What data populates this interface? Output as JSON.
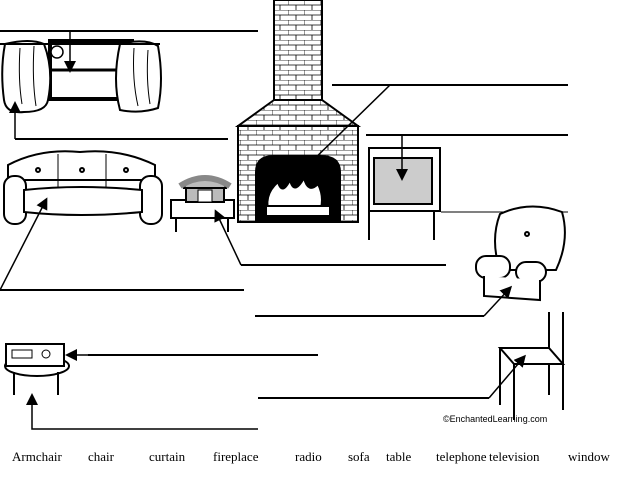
{
  "diagram": {
    "words": [
      "Armchair",
      "chair",
      "curtain",
      "fireplace",
      "radio",
      "sofa",
      "table",
      "telephone",
      "television",
      "window"
    ],
    "credit": "©EnchantedLearning.com"
  }
}
